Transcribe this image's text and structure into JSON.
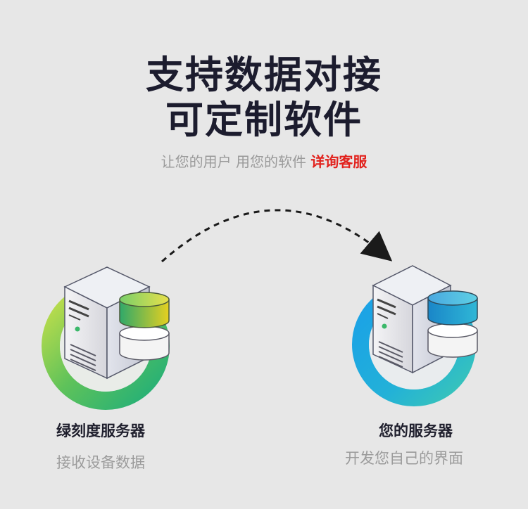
{
  "header": {
    "title_line1": "支持数据对接",
    "title_line2": "可定制软件",
    "subtitle_text": "让您的用户 用您的软件 ",
    "subtitle_accent": "详询客服"
  },
  "left_server": {
    "name": "绿刻度服务器",
    "description": "接收设备数据"
  },
  "right_server": {
    "name": "您的服务器",
    "description": "开发您自己的界面"
  },
  "colors": {
    "background": "#e7e7e7",
    "title": "#1c1c2e",
    "accent": "#e2211c",
    "left_ring": "#6cc24a",
    "right_ring": "#1aa3e0"
  }
}
